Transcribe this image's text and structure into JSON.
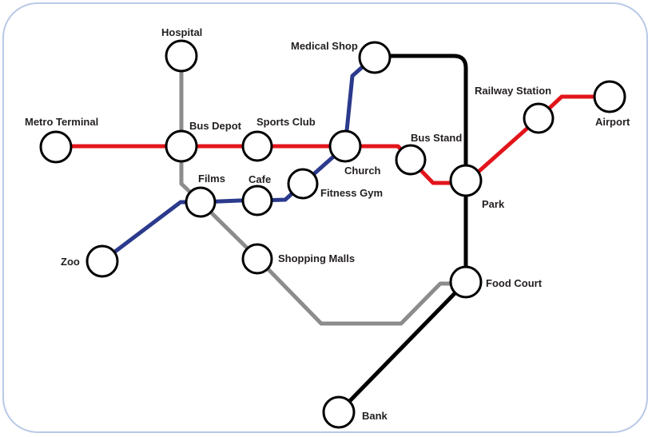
{
  "colors": {
    "red_line": "#e2151b",
    "blue_line": "#2b3a8c",
    "gray_line": "#8c8c8c",
    "black_line": "#000000",
    "station_fill": "#ffffff",
    "station_stroke": "#000000",
    "frame_border": "#b8c9e6"
  },
  "stations": {
    "hospital": "Hospital",
    "medical_shop": "Medical Shop",
    "railway_station": "Railway Station",
    "airport": "Airport",
    "metro_terminal": "Metro Terminal",
    "bus_depot": "Bus Depot",
    "sports_club": "Sports Club",
    "bus_stand": "Bus Stand",
    "church": "Church",
    "films": "Films",
    "cafe": "Cafe",
    "fitness_gym": "Fitness Gym",
    "park": "Park",
    "zoo": "Zoo",
    "shopping_malls": "Shopping Malls",
    "food_court": "Food Court",
    "bank": "Bank"
  }
}
